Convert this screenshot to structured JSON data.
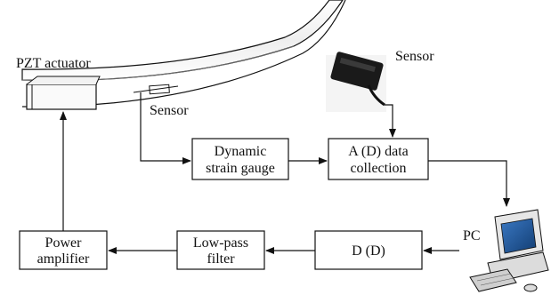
{
  "labels": {
    "pzt_actuator": "PZT actuator",
    "sensor_top": "Sensor",
    "sensor_beam": "Sensor",
    "pc": "PC"
  },
  "boxes": {
    "dynamic_strain_gauge": [
      "Dynamic",
      "strain gauge"
    ],
    "ad_data_collection": [
      "A (D) data",
      "collection"
    ],
    "power_amplifier": [
      "Power",
      "amplifier"
    ],
    "low_pass_filter": [
      "Low-pass",
      "filter"
    ],
    "dd": [
      "D (D)"
    ]
  }
}
